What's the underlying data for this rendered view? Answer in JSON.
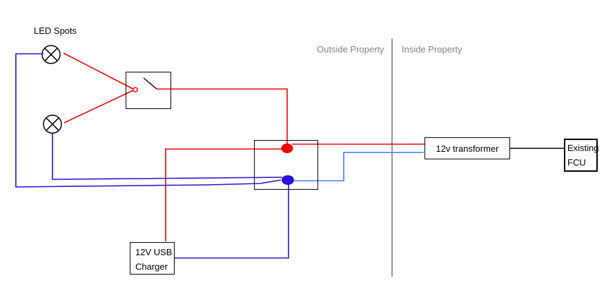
{
  "colors": {
    "wire_live": "#ee0000",
    "wire_neutral": "#2a10d8",
    "wire_secondary": "#3d7bf0",
    "boundary_line": "#707070",
    "label_gray": "#808080",
    "outline_black": "#000000"
  },
  "labels": {
    "led_spots": "LED Spots",
    "outside_property": "Outside Property",
    "inside_property": "Inside Property"
  },
  "components": {
    "transformer": {
      "label": "12v transformer"
    },
    "fcu": {
      "label": "Existing\nFCU"
    },
    "usb_charger": {
      "label": "12V USB\nCharger"
    }
  }
}
